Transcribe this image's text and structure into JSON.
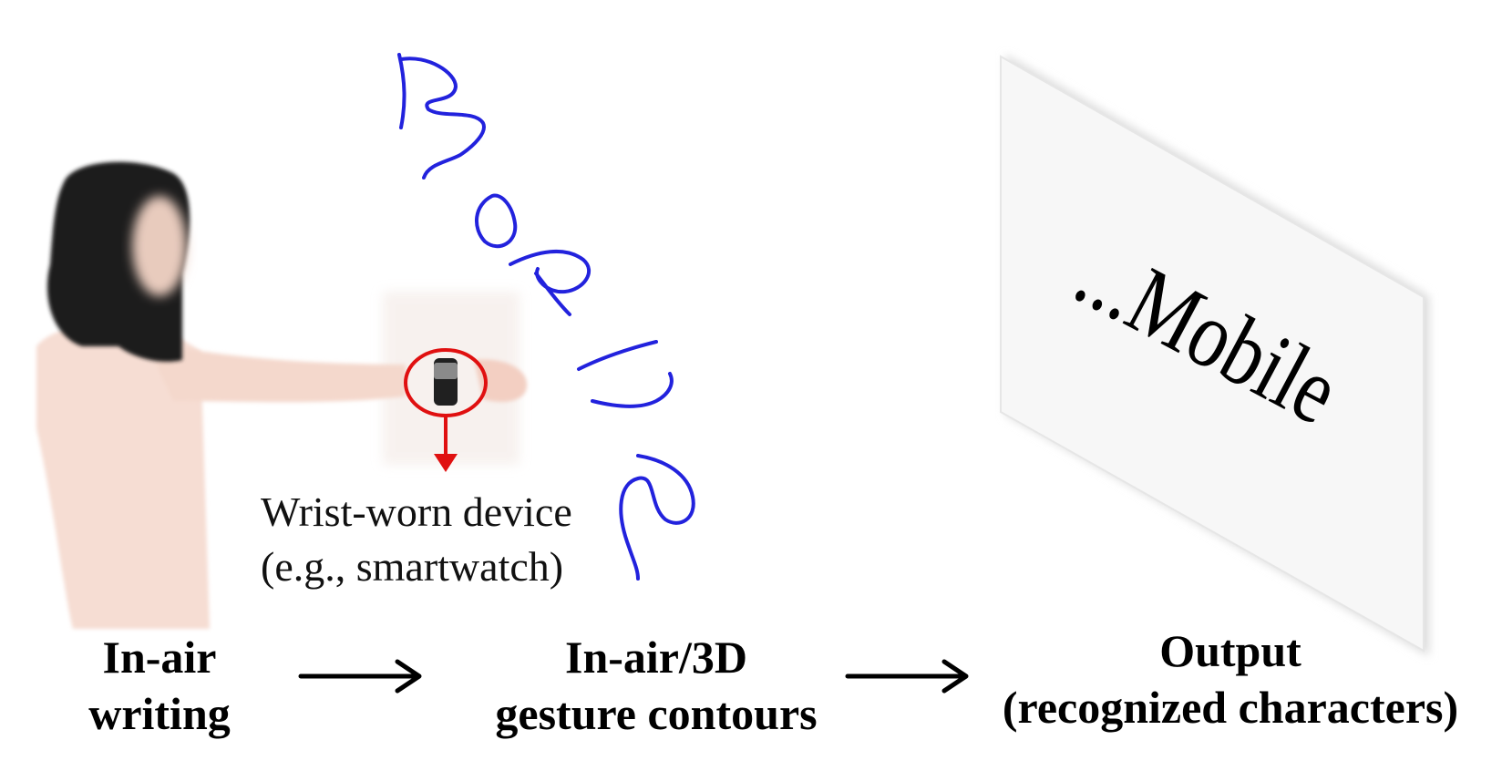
{
  "stages": {
    "writing": {
      "line1": "In-air",
      "line2": "writing"
    },
    "contours": {
      "line1": "In-air/3D",
      "line2": "gesture contours"
    },
    "output": {
      "line1": "Output",
      "line2": "(recognized characters)"
    }
  },
  "device": {
    "line1": "Wrist-worn device",
    "line2": "(e.g., smartwatch)"
  },
  "screen": {
    "text": "...Mobile"
  },
  "colors": {
    "trajectory": "#2222dd",
    "highlight": "#e01010",
    "arrow": "#000000",
    "sweater": "#f6ddd3",
    "hair": "#1e1a1a",
    "screen": "#f7f7f7"
  },
  "icons": [
    "person-figure",
    "smartwatch-icon",
    "highlight-circle",
    "red-down-arrow",
    "right-arrow",
    "display-screen"
  ]
}
